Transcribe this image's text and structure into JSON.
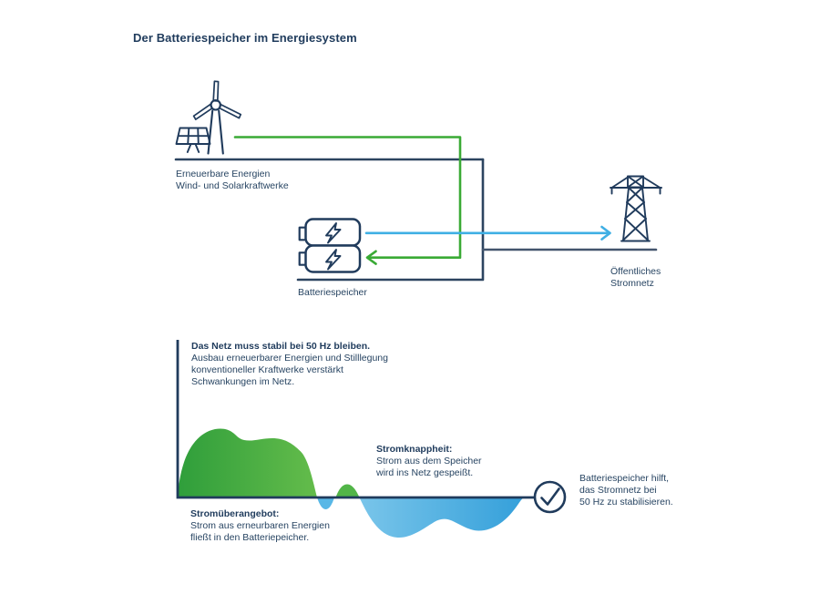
{
  "title": "Der Batteriespeicher im Energiesystem",
  "colors": {
    "navy": "#203b5c",
    "line_green": "#3aaa35",
    "line_blue": "#3fafe4",
    "green_fill_start": "#2f9e3b",
    "green_fill_end": "#64bc4b",
    "blue_fill_start": "#79c5ea",
    "blue_fill_end": "#339fda"
  },
  "top_diagram": {
    "renewables_label": [
      "Erneuerbare Energien",
      "Wind- und Solarkraftwerke"
    ],
    "battery_label": "Batteriespeicher",
    "grid_label": [
      "Öffentliches",
      "Stromnetz"
    ]
  },
  "bottom_diagram": {
    "intro": {
      "headline": "Das Netz muss stabil bei 50 Hz bleiben.",
      "lines": [
        "Ausbau erneuerbarer Energien und Stilllegung",
        "konventioneller Kraftwerke verstärkt",
        "Schwankungen im Netz."
      ]
    },
    "surplus": {
      "headline": "Stromüberangebot:",
      "lines": [
        "Strom aus erneurbaren Energien",
        "fließt in den Batteriepeicher."
      ]
    },
    "shortage": {
      "headline": "Stromknappheit:",
      "lines": [
        "Strom aus dem Speicher",
        "wird ins Netz gespeißt."
      ]
    },
    "result": {
      "lines": [
        "Batteriespeicher hilft,",
        "das Stromnetz bei",
        "50 Hz zu stabilisieren."
      ]
    }
  }
}
